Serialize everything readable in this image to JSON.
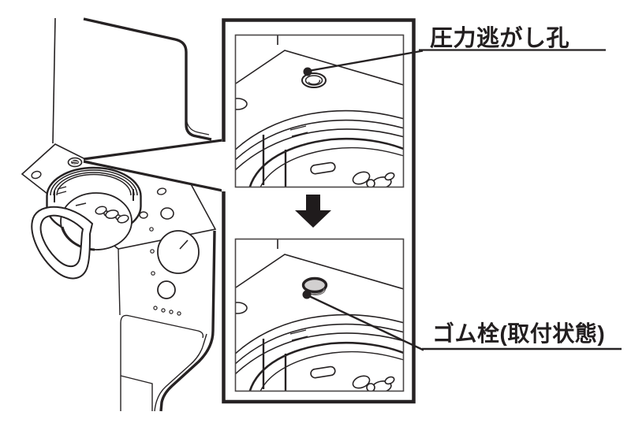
{
  "figure": {
    "labels": {
      "pressure_relief_hole": "圧力逃がし孔",
      "rubber_plug": "ゴム栓(取付状態)"
    },
    "arrow": {
      "icon": "down-arrow-icon",
      "direction": "down"
    },
    "colors": {
      "line": "#262223",
      "background": "#ffffff",
      "plug_fill": "#d2d0d0",
      "plug_lip": "#e0dede",
      "arrow_fill": "#1f1b1c"
    }
  }
}
